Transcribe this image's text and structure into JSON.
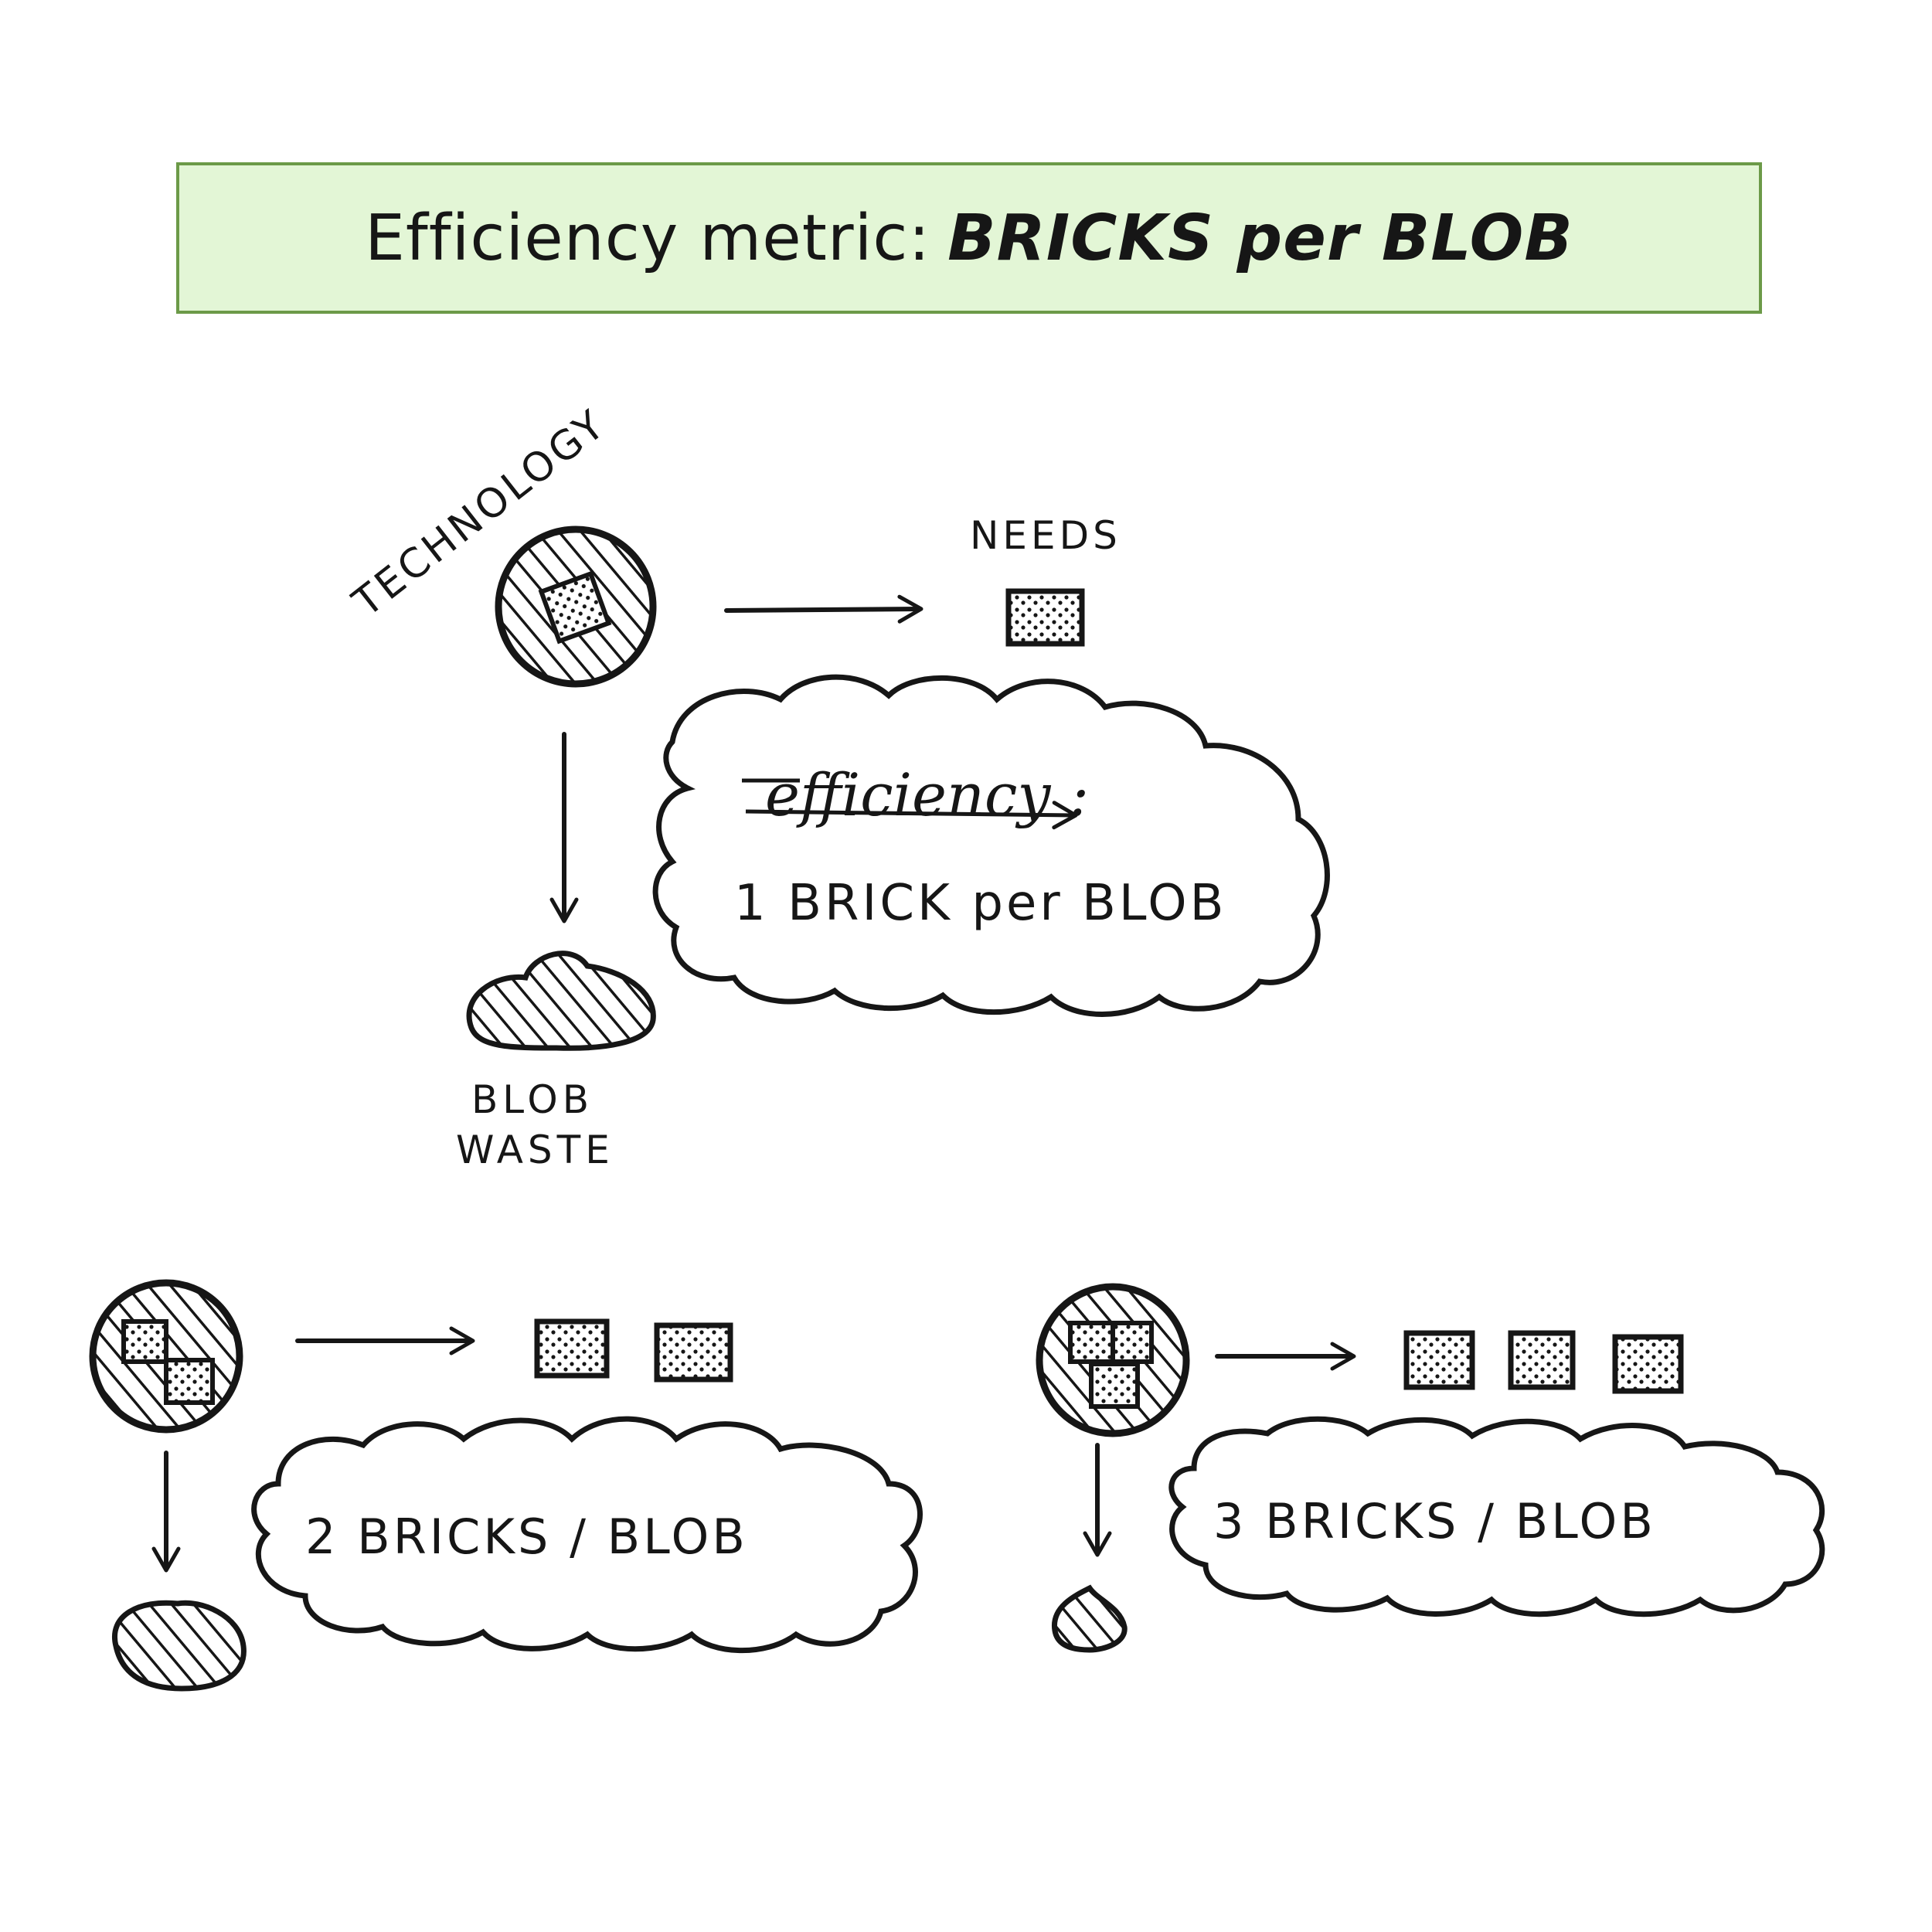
{
  "title": {
    "prefix": "Efficiency metric:",
    "emphasis": "BRICKS per BLOB"
  },
  "colors": {
    "banner_fill": "#e3f6d6",
    "banner_border": "#6c9a48",
    "ink": "#161616"
  },
  "top": {
    "technology_label": "TECHNOLOGY",
    "needs_label": "NEEDS",
    "waste_label_1": "BLOB",
    "waste_label_2": "WASTE",
    "cloud_title": "efficiency :",
    "cloud_text": "1 BRICK per BLOB"
  },
  "bottom_left": {
    "cloud_text": "2 BRICKS / BLOB"
  },
  "bottom_right": {
    "cloud_text": "3 BRICKS / BLOB"
  },
  "icons": [
    "technology-circle-icon",
    "brick-icon",
    "blob-icon",
    "arrow-right-icon",
    "arrow-down-icon",
    "cloud-icon"
  ]
}
